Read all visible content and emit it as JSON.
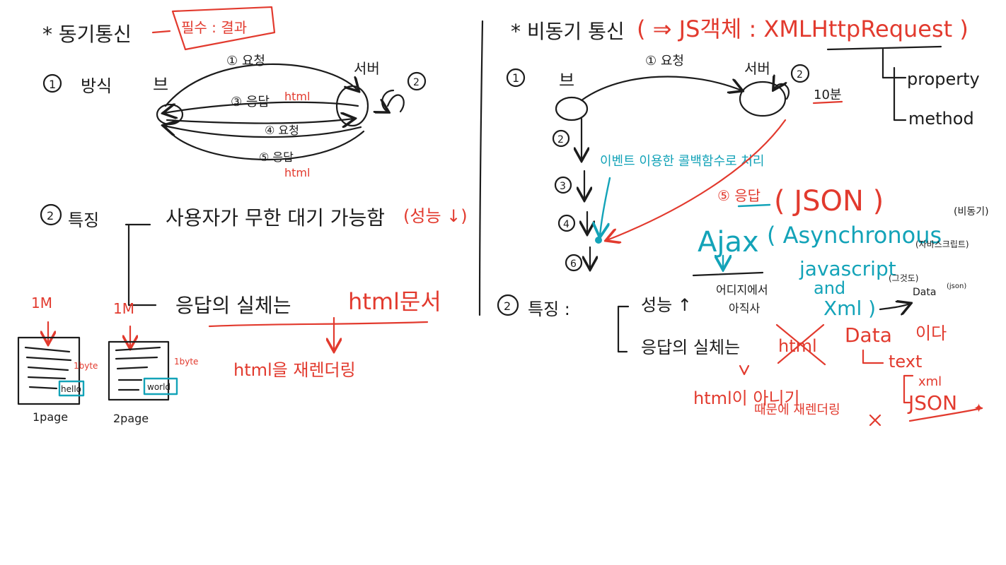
{
  "colors": {
    "ink": "#1c1c1c",
    "red": "#e23a2e",
    "teal": "#13a3b8",
    "background": "#ffffff"
  },
  "left": {
    "title": "* 동기통신",
    "title_note": "필수 : 결과",
    "section1_num": "1",
    "section1_label": "방식",
    "browser_label": "브",
    "server_label": "서버",
    "step1": "① 요청",
    "step2": "2",
    "step3": "③ 응답",
    "step3_html": "html",
    "step4": "④ 요청",
    "step5": "⑤ 응답",
    "step5_html": "html",
    "section2_num": "2",
    "section2_label": "특징",
    "feature1": "사용자가 무한 대기 가능함",
    "feature1_note": "(성능 ↓)",
    "feature2": "응답의 실체는",
    "feature2_note": "html문서",
    "rerender_note": "html을 재렌더링",
    "page1_size": "1M",
    "page2_size": "1M",
    "page1_byte": "1byte",
    "page2_byte": "1byte",
    "page1_box": "hello",
    "page2_box": "world",
    "page1_caption": "1page",
    "page2_caption": "2page"
  },
  "right": {
    "title": "* 비동기 통신",
    "title_note": "( ⇒ JS객체 : XMLHttpRequest )",
    "tree_property": "property",
    "tree_method": "method",
    "section1_num": "1",
    "browser_label": "브",
    "server_label": "서버",
    "step1": "① 요청",
    "step2_server": "2",
    "wait_time": "10분",
    "seq_step2": "2",
    "seq_step3": "3",
    "seq_step4": "4",
    "seq_step6": "6",
    "event_note": "이벤트 이용한 콜백함수로 처리",
    "response": "⑤ 응답",
    "response_json": "( JSON )",
    "ajax": "Ajax",
    "ajax_asynchronous": "( Asynchronous",
    "ajax_async_note": "(비동기)",
    "ajax_javascript": "javascript",
    "ajax_js_note": "(자바스크립트)",
    "ajax_and": "and",
    "ajax_xml": "Xml )",
    "section2_num": "2",
    "section2_label": "특징 :",
    "perf_line": "성능 ↑",
    "perf_note1": "어디지에서",
    "perf_note2": "아직사",
    "resp_line": "응답의 실체는",
    "html_strike": "html",
    "data_label": "Data",
    "data_suffix": "이다",
    "data_type_text": "text",
    "data_type_xml": "xml",
    "data_type_json": "JSON",
    "data_arrow_label": "Data",
    "data_arrow_note": "(json)",
    "data_arrow_pre": "(그것도)",
    "not_html": "html이 아니기",
    "no_rerender": "때문에 재렌더링"
  }
}
